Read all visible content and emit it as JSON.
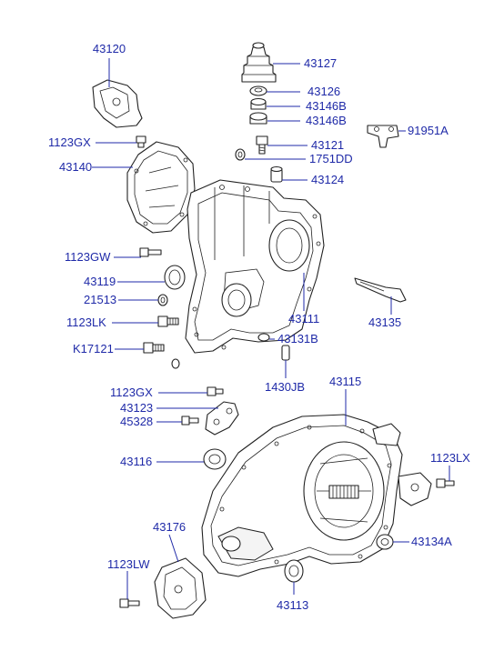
{
  "colors": {
    "label": "#1f2aa8",
    "drawing": "#222222",
    "background": "#ffffff"
  },
  "labels": {
    "p43120": "43120",
    "p43127": "43127",
    "p43126": "43126",
    "p43146B_a": "43146B",
    "p43146B_b": "43146B",
    "p91951A": "91951A",
    "p1123GX_a": "1123GX",
    "p43121": "43121",
    "p43140": "43140",
    "p1751DD": "1751DD",
    "p43124": "43124",
    "p1123GW": "1123GW",
    "p43119": "43119",
    "p21513": "21513",
    "p43111": "43111",
    "p43135": "43135",
    "p1123LK": "1123LK",
    "p43131B": "43131B",
    "pK17121": "K17121",
    "p1430JB": "1430JB",
    "p43115": "43115",
    "p1123GX_b": "1123GX",
    "p43123": "43123",
    "p45328": "45328",
    "p1123LX": "1123LX",
    "p43116": "43116",
    "p43176": "43176",
    "p43134A": "43134A",
    "p1123LW": "1123LW",
    "p43113": "43113"
  }
}
